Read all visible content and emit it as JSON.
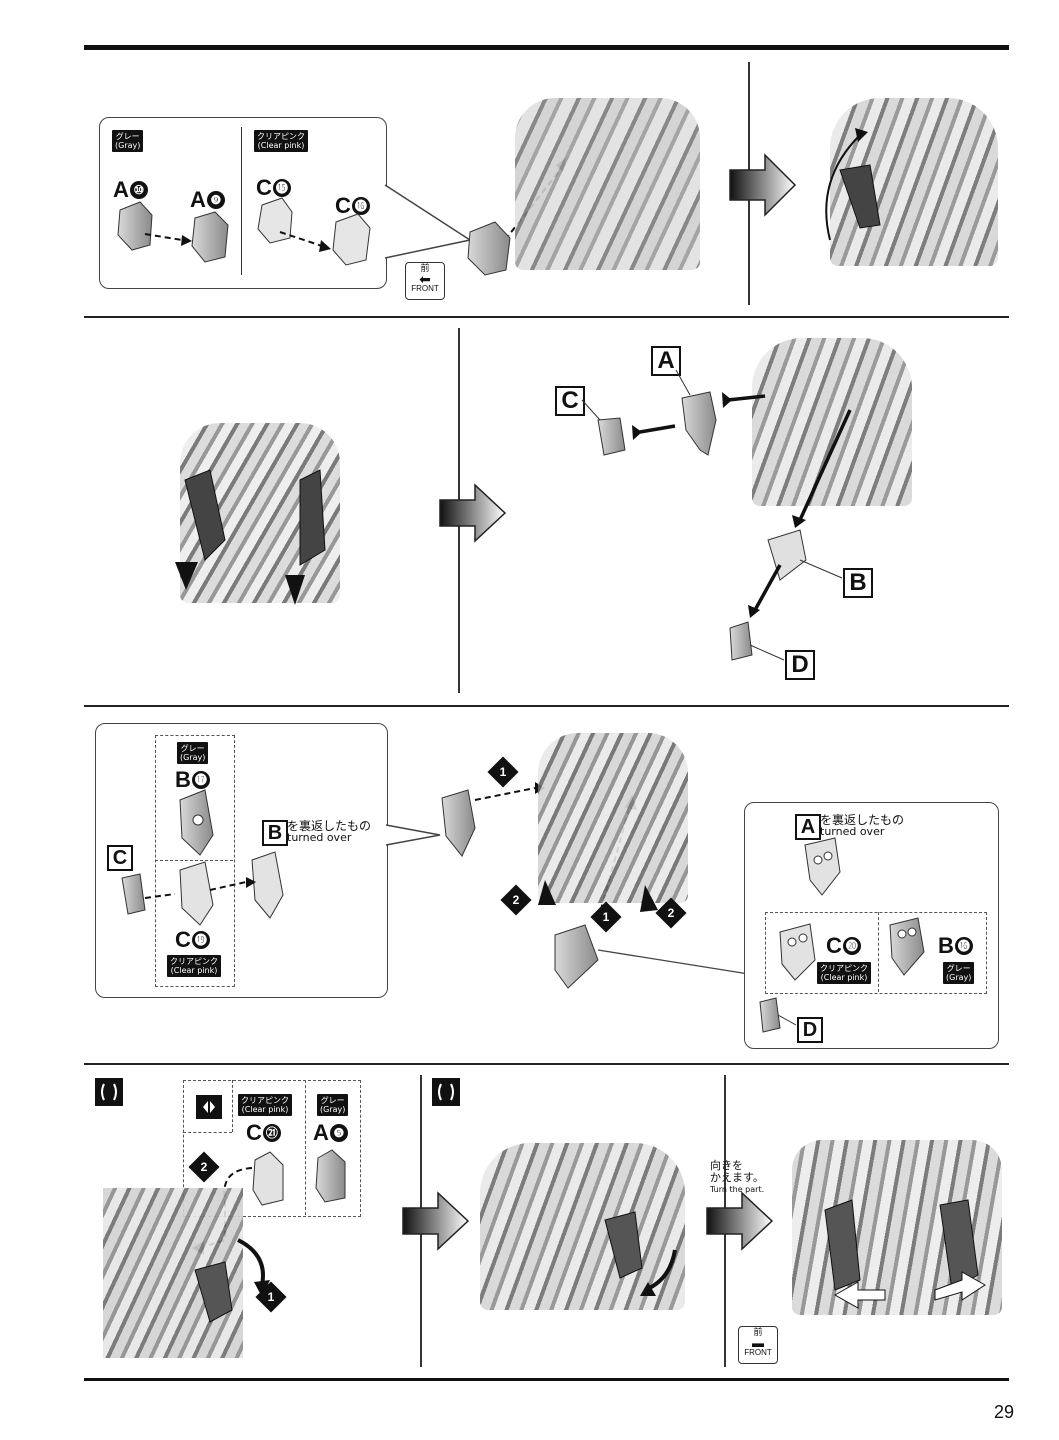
{
  "page": {
    "number": "29"
  },
  "labels": {
    "gray_jp": "グレー",
    "gray_en": "(Gray)",
    "clearpink_jp": "クリアピンク",
    "clearpink_en": "(Clear pink)",
    "front_jp": "前",
    "front_en": "FRONT",
    "turned_over_jp": "を裏返したもの",
    "turned_over_en": "turned over",
    "turn_part_jp_1": "向きを",
    "turn_part_jp_2": "かえます。",
    "turn_part_en": "Turn the part."
  },
  "step1": {
    "parts": [
      {
        "letter": "A",
        "num": "⑩"
      },
      {
        "letter": "A",
        "num": "❾"
      },
      {
        "letter": "C",
        "num": "⓯"
      },
      {
        "letter": "C",
        "num": "⓰"
      }
    ]
  },
  "step2": {
    "letters": [
      "A",
      "C",
      "B",
      "D"
    ]
  },
  "step3": {
    "left_parts": [
      {
        "letter": "B",
        "num": "⓱"
      },
      {
        "letter": "C",
        "num": "⓳"
      }
    ],
    "box_c": "C",
    "box_b": "B",
    "right_box_a": "A",
    "right_parts": [
      {
        "letter": "C",
        "num": "⓴"
      },
      {
        "letter": "B",
        "num": "⓰"
      }
    ],
    "box_d": "D",
    "arrow_numbers": [
      "1",
      "2",
      "1",
      "2"
    ]
  },
  "step4": {
    "parts": [
      {
        "letter": "C",
        "num": "㉑"
      },
      {
        "letter": "A",
        "num": "❺"
      }
    ],
    "arrow_numbers": [
      "2",
      "1"
    ]
  }
}
